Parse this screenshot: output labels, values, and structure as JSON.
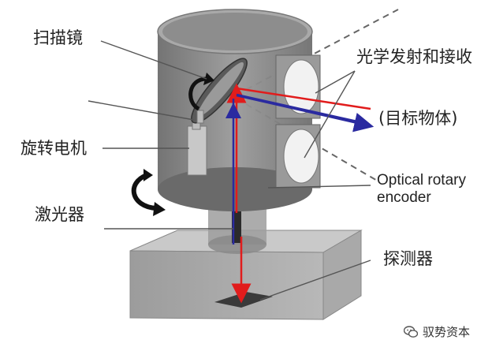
{
  "labels": {
    "scan_mirror": "扫描镜",
    "rotating_motor": "旋转电机",
    "laser": "激光器",
    "optical_tx_rx": "光学发射和接收",
    "target_object": "(目标物体)",
    "encoder_line1": "Optical rotary",
    "encoder_line2": "encoder",
    "detector": "探测器"
  },
  "watermark": {
    "text": "驭势资本",
    "icon": "wechat-icon"
  },
  "colors": {
    "housing_gray": "#8a8a8a",
    "housing_top": "#b5b5b5",
    "beam_red": "#e11c1c",
    "beam_blue": "#2a2aa0",
    "leader_gray": "#555555"
  }
}
